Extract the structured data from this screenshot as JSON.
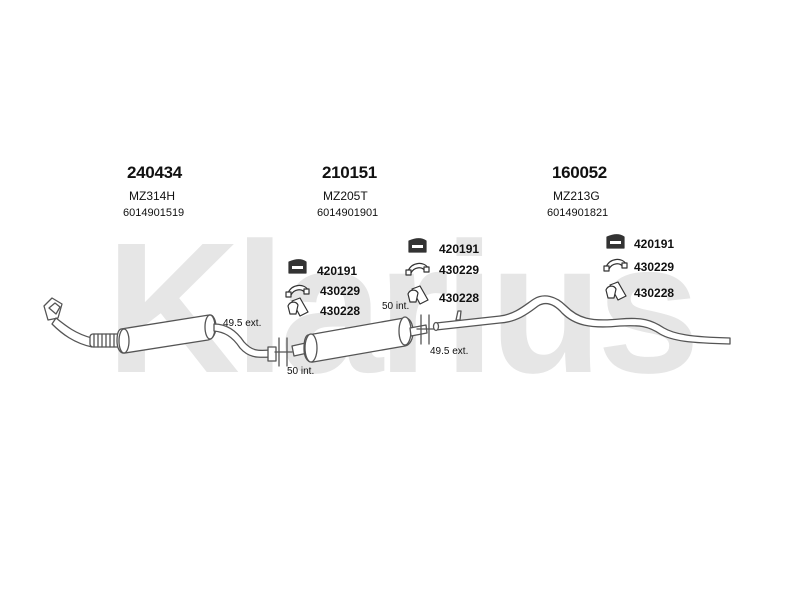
{
  "watermark": {
    "text": "Klarius",
    "color": "#e6e6e6"
  },
  "colors": {
    "line": "#555555",
    "fill": "#ffffff",
    "dark": "#333333"
  },
  "sections": [
    {
      "part_number": "240434",
      "code": "MZ314H",
      "oe_number": "6014901519"
    },
    {
      "part_number": "210151",
      "code": "MZ205T",
      "oe_number": "6014901901"
    },
    {
      "part_number": "160052",
      "code": "MZ213G",
      "oe_number": "6014901821"
    }
  ],
  "fitting_groups": [
    {
      "items": [
        {
          "number": "420191",
          "icon": "rubber-hanger-icon"
        },
        {
          "number": "430229",
          "icon": "pipe-clamp-icon"
        },
        {
          "number": "430228",
          "icon": "bracket-clamp-icon"
        }
      ]
    },
    {
      "items": [
        {
          "number": "420191",
          "icon": "rubber-hanger-icon"
        },
        {
          "number": "430229",
          "icon": "pipe-clamp-icon"
        },
        {
          "number": "430228",
          "icon": "bracket-clamp-icon"
        }
      ]
    },
    {
      "items": [
        {
          "number": "420191",
          "icon": "rubber-hanger-icon"
        },
        {
          "number": "430229",
          "icon": "pipe-clamp-icon"
        },
        {
          "number": "430228",
          "icon": "bracket-clamp-icon"
        }
      ]
    }
  ],
  "dimensions": [
    {
      "text": "49.5 ext."
    },
    {
      "text": "50 int."
    },
    {
      "text": "50 int."
    },
    {
      "text": "49.5 ext."
    }
  ]
}
